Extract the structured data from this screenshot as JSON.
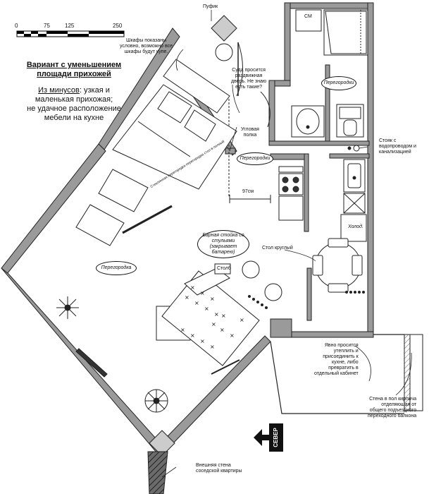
{
  "scale": {
    "ticks": [
      "0",
      "75",
      "125",
      "250"
    ]
  },
  "heading": {
    "title_line1": "Вариант с уменьшением",
    "title_line2": "площади прихожей",
    "minus_title": "Из минусов",
    "minus_line1_rest": ": узкая и",
    "minus_line2": "маленькая прихожая;",
    "minus_line3": "не удачное расположение",
    "minus_line4": "мебели на кухне"
  },
  "labels": {
    "pufik": "Пуфик",
    "wardrobes": [
      "Шкафы показаны",
      "условно,  возможно все",
      "шкафы будут купе."
    ],
    "door": [
      "Суда просится",
      "раздвижная",
      "дверь. Не знаю",
      "есть такие?"
    ],
    "corner_shelf": [
      "Угловая",
      "полка"
    ],
    "riser": [
      "Стояк с",
      "водопроводом и",
      "канализацией"
    ],
    "round_table": "Стол круглый",
    "wall_note": [
      "Явно просится",
      "утеплить и",
      "присоединить к",
      "кухне, либо",
      "превратить в",
      "отдельный кабинет"
    ],
    "brick_wall": [
      "Стена в пол кирпича",
      "отделяющая от",
      "общего подъездного",
      "переходного балкона"
    ],
    "outer_wall": [
      "Внешняя стена",
      "соседской квартиры"
    ],
    "dim_97": "97см",
    "rotated_note": "Стеклянная перегородка перегородка стол в полный",
    "cm": "СМ",
    "holod": "Холод.",
    "stolb": "Столб",
    "north": "СЕВЕР"
  },
  "ovals": {
    "partition_top": "Перегородки",
    "partition_mid": "Перегородки",
    "partition_left": "Перегородка",
    "bar": [
      "Барная стойка со",
      "стульями (закрывает",
      "батарею)"
    ]
  }
}
